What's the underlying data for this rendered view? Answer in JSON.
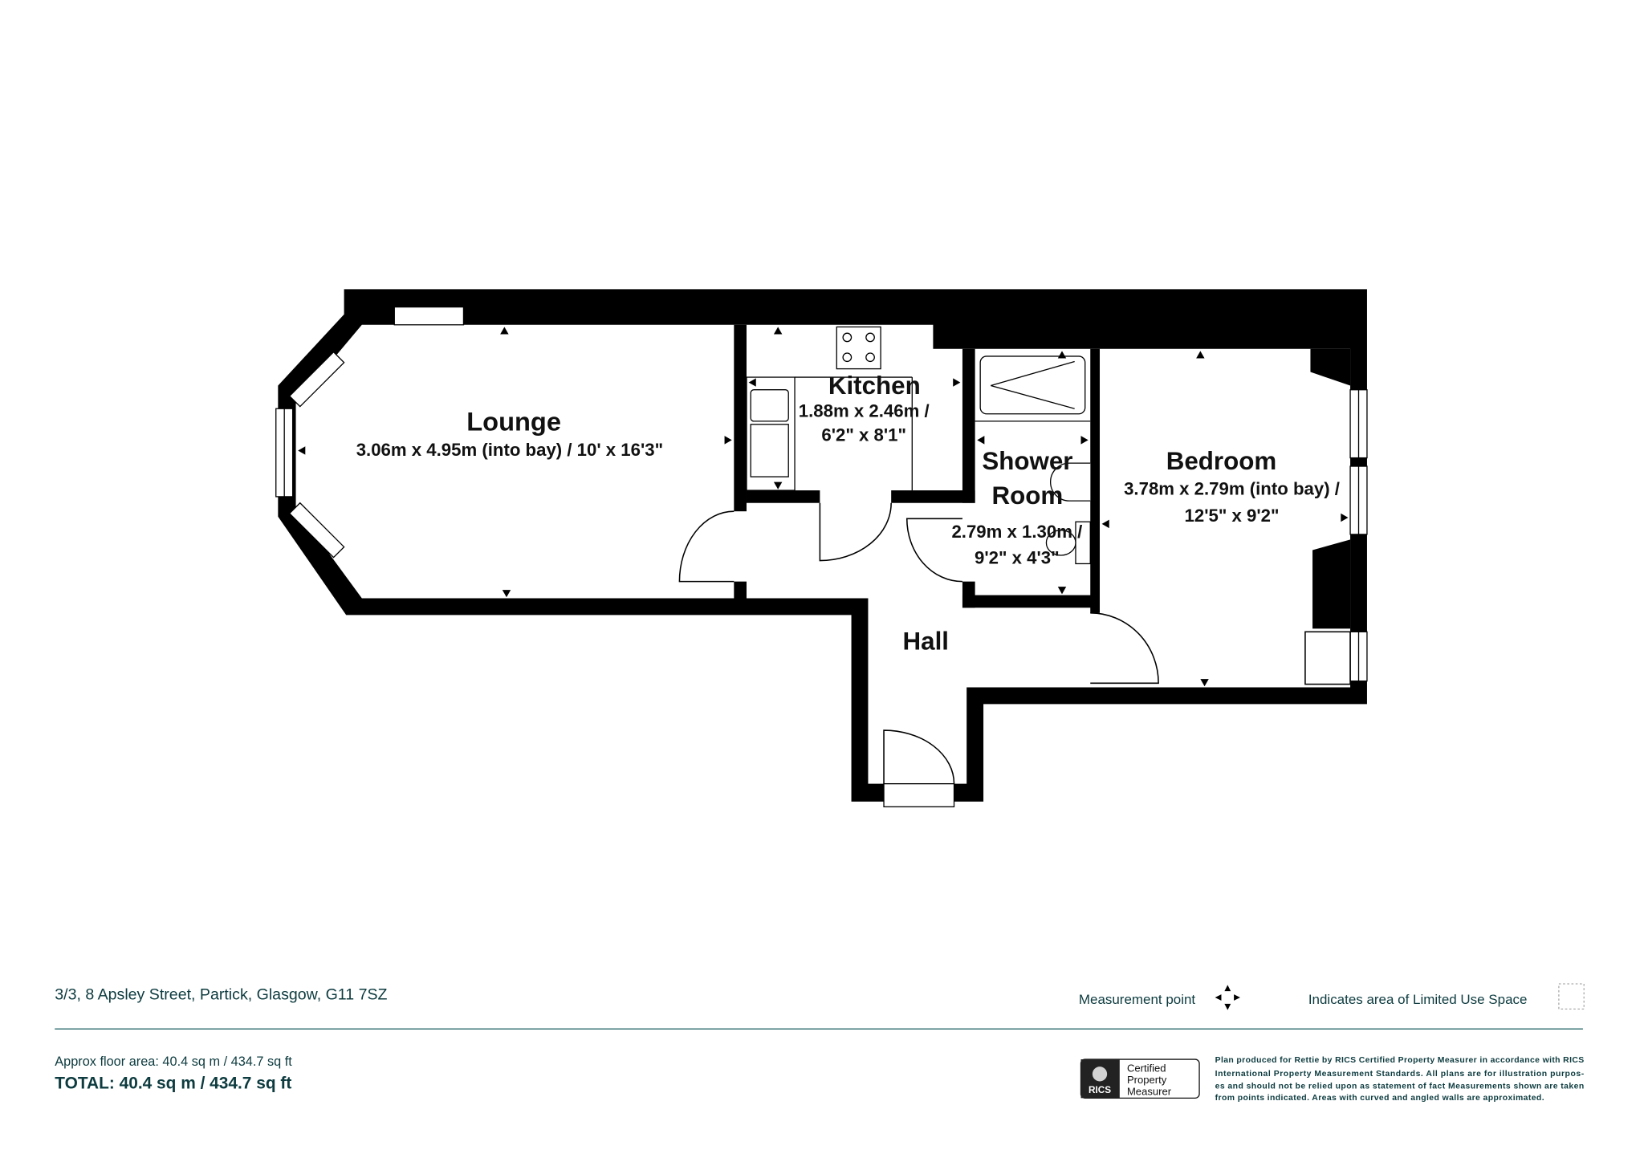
{
  "rooms": {
    "lounge": {
      "name": "Lounge",
      "dims": "3.06m x 4.95m (into bay) / 10' x 16'3\""
    },
    "kitchen": {
      "name": "Kitchen",
      "dims_line1": "1.88m x 2.46m /",
      "dims_line2": "6'2\" x 8'1\""
    },
    "shower": {
      "name_line1": "Shower",
      "name_line2": "Room",
      "dims_line1": "2.79m x 1.30m /",
      "dims_line2": "9'2\" x 4'3\""
    },
    "bedroom": {
      "name": "Bedroom",
      "dims_line1": "3.78m x 2.79m (into bay) /",
      "dims_line2": "12'5\" x 9'2\""
    },
    "hall": {
      "name": "Hall"
    }
  },
  "footer": {
    "address": "3/3, 8 Apsley Street, Partick, Glasgow, G11 7SZ",
    "legend_measurement": "Measurement point",
    "legend_limited": "Indicates area of  Limited Use Space",
    "approx_area": "Approx floor area: 40.4 sq m / 434.7 sq ft",
    "total": "TOTAL: 40.4 sq m / 434.7 sq ft",
    "badge": {
      "brand": "RICS",
      "line1": "Certified",
      "line2": "Property",
      "line3": "Measurer"
    },
    "disclaimer": [
      "Plan produced for Rettie by RICS Certified Property Measurer in accordance with RICS",
      "International Property  Measurement Standards.  All plans are for illustration purpos-",
      "es and should not be relied upon as statement of fact Measurements shown are taken",
      "from points indicated. Areas with curved and angled walls are approximated."
    ]
  },
  "colors": {
    "wall": "#000000",
    "text_teal": "#0d3b3f",
    "rule": "#2f6e6e"
  }
}
